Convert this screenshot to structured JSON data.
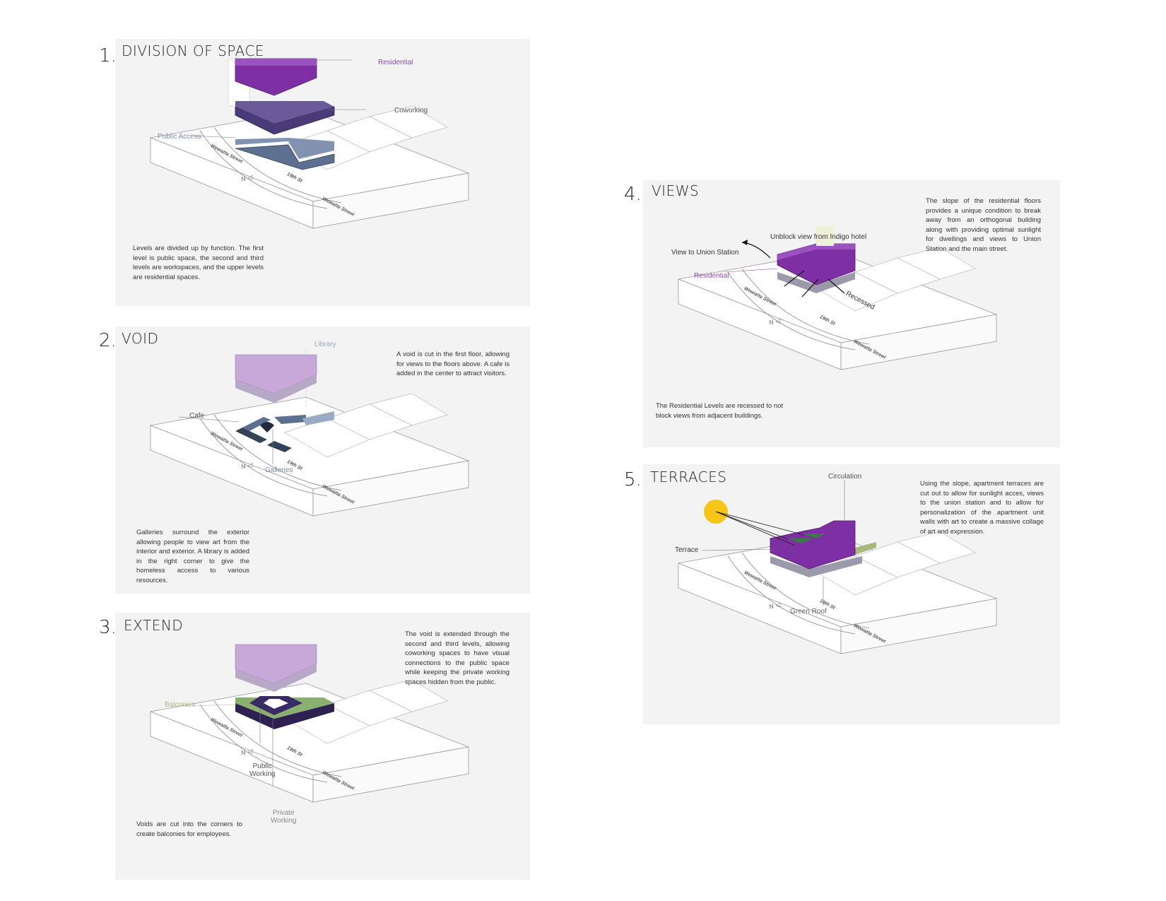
{
  "colors": {
    "residential": "#7e2fa3",
    "coworking": "#4a3a78",
    "public": "#5d7090",
    "label_purple": "#8a4aa8",
    "label_blue": "#7a8aa8",
    "label_green": "#a8b878",
    "sun": "#f5c518"
  },
  "sections": [
    {
      "number": "1.",
      "title": "DIVISION OF SPACE",
      "labels": {
        "residential": "Residential",
        "coworking": "Coworking",
        "public_access": "Public Access"
      },
      "description": "Levels are divided up by function. The first level is public space, the second and third levels are workspaces, and the upper levels are residential spaces."
    },
    {
      "number": "2.",
      "title": "VOID",
      "labels": {
        "library": "Library",
        "cafe": "Cafe",
        "galleries": "Galleries"
      },
      "note": "A void is cut in the first floor, allowing for views to the floors above. A cafe is added in the center to attract visitors.",
      "description": "Galleries surround the exterior allowing people to view art from the interior and exterior. A library is added in the right corner to give the homeless access to various resources."
    },
    {
      "number": "3.",
      "title": "EXTEND",
      "labels": {
        "balconies": "Balconies",
        "public_working": "Public\nWorking",
        "private_working": "Private\nWorking"
      },
      "note": "The void is extended through the second and third levels, allowing coworking spaces to have visual connections to the public space while keeping the private working spaces hidden from the public.",
      "description": "Voids are cut into the corners to create balconies for employees."
    },
    {
      "number": "4.",
      "title": "VIEWS",
      "labels": {
        "unblock": "Unblock view from Indigo hotel",
        "union": "View to Union Station",
        "residential": "Residential",
        "recessed": "Recessed"
      },
      "note": "The slope of the residential floors provides a unique condition to break away from an orthogonal building along with providing optimal sunlight for dwellings and views to Union Station and the main street.",
      "description": "The Residential Levels are recessed to not block views from adjacent buildings."
    },
    {
      "number": "5.",
      "title": "TERRACES",
      "labels": {
        "circulation": "Circulation",
        "terrace": "Terrace",
        "green_roof": "Green Roof"
      },
      "note": "Using the slope, apartment terraces are cut out to allow for sunlight acces, views to the union station and to allow for personalization of the apartment unit walls with art to create a massive collage of art and expression."
    }
  ],
  "map": {
    "street_a": "Wewatta Street",
    "street_b": "19th St",
    "north": "N"
  }
}
